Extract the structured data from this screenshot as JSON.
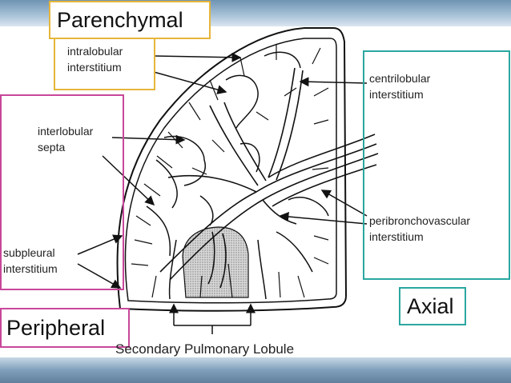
{
  "titles": {
    "parenchymal": "Parenchymal",
    "peripheral": "Peripheral",
    "axial": "Axial"
  },
  "labels": {
    "intralobular_1": "intralobular",
    "intralobular_2": "interstitium",
    "interlobular_1": "interlobular",
    "interlobular_2": "septa",
    "subpleural_1": "subpleural",
    "subpleural_2": "interstitium",
    "centrilobular_1": "centrilobular",
    "centrilobular_2": "interstitium",
    "peribroncho_1": "peribronchovascular",
    "peribroncho_2": "interstitium"
  },
  "caption": "Secondary Pulmonary Lobule",
  "colors": {
    "parenchymal_border": "#e6b53a",
    "peripheral_border": "#c8479a",
    "axial_border": "#2aa7a0",
    "top_bar": "#6f94b3",
    "bottom_bar": "#5f7f9c"
  }
}
